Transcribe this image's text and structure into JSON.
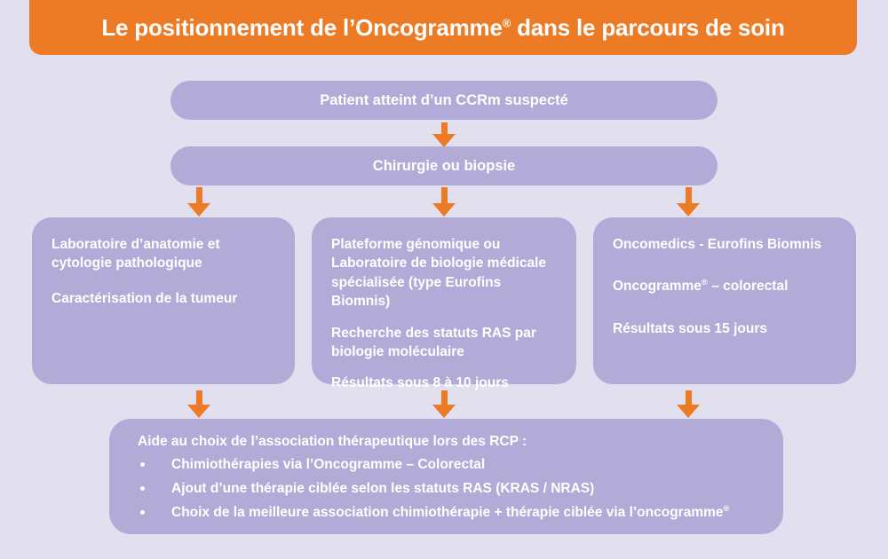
{
  "header": {
    "title_before": "Le positionnement de l’Oncogramme",
    "title_reg": "®",
    "title_after": " dans le parcours de soin",
    "banner_color": "#ed7a24"
  },
  "theme": {
    "background": "#e2dfee",
    "node_fill": "#b2abd8",
    "accent": "#ed7a24",
    "text_on_node": "#ffffff"
  },
  "flow": {
    "patient": {
      "label": "Patient atteint d’un CCRm suspecté"
    },
    "surgery": {
      "label": "Chirurgie ou biopsie"
    },
    "pathology": {
      "lines": [
        "Laboratoire d’anatomie et cytologie pathologique",
        "Caractérisation de la tumeur"
      ]
    },
    "genomics": {
      "lines": [
        "Plateforme génomique ou Laboratoire de biologie médicale spécialisée (type Eurofins Biomnis)",
        "Recherche des statuts RAS par biologie moléculaire",
        "Résultats sous 8 à 10 jours"
      ]
    },
    "oncomedics": {
      "line1": "Oncomedics - Eurofins Biomnis",
      "line2_before": "Oncogramme",
      "line2_reg": "®",
      "line2_after": " – colorectal",
      "line3": "Résultats sous 15 jours"
    },
    "rcp": {
      "heading": "Aide au choix de l’association thérapeutique lors des RCP :",
      "bullets": [
        {
          "text": "Chimiothérapies via l’Oncogramme – Colorectal",
          "reg": "",
          "suffix": ""
        },
        {
          "text": "Ajout d’une thérapie ciblée selon les statuts RAS (KRAS / NRAS)",
          "reg": "",
          "suffix": ""
        },
        {
          "text": "Choix de la meilleure association chimiothérapie + thérapie ciblée via l’oncogramme",
          "reg": "®",
          "suffix": ""
        }
      ]
    }
  },
  "arrows": {
    "patient_to_surgery": "down-arrow",
    "surgery_to_pathology": "down-arrow",
    "surgery_to_genomics": "down-arrow",
    "surgery_to_oncomedics": "down-arrow",
    "pathology_to_rcp": "down-arrow",
    "genomics_to_rcp": "down-arrow",
    "oncomedics_to_rcp": "down-arrow"
  }
}
